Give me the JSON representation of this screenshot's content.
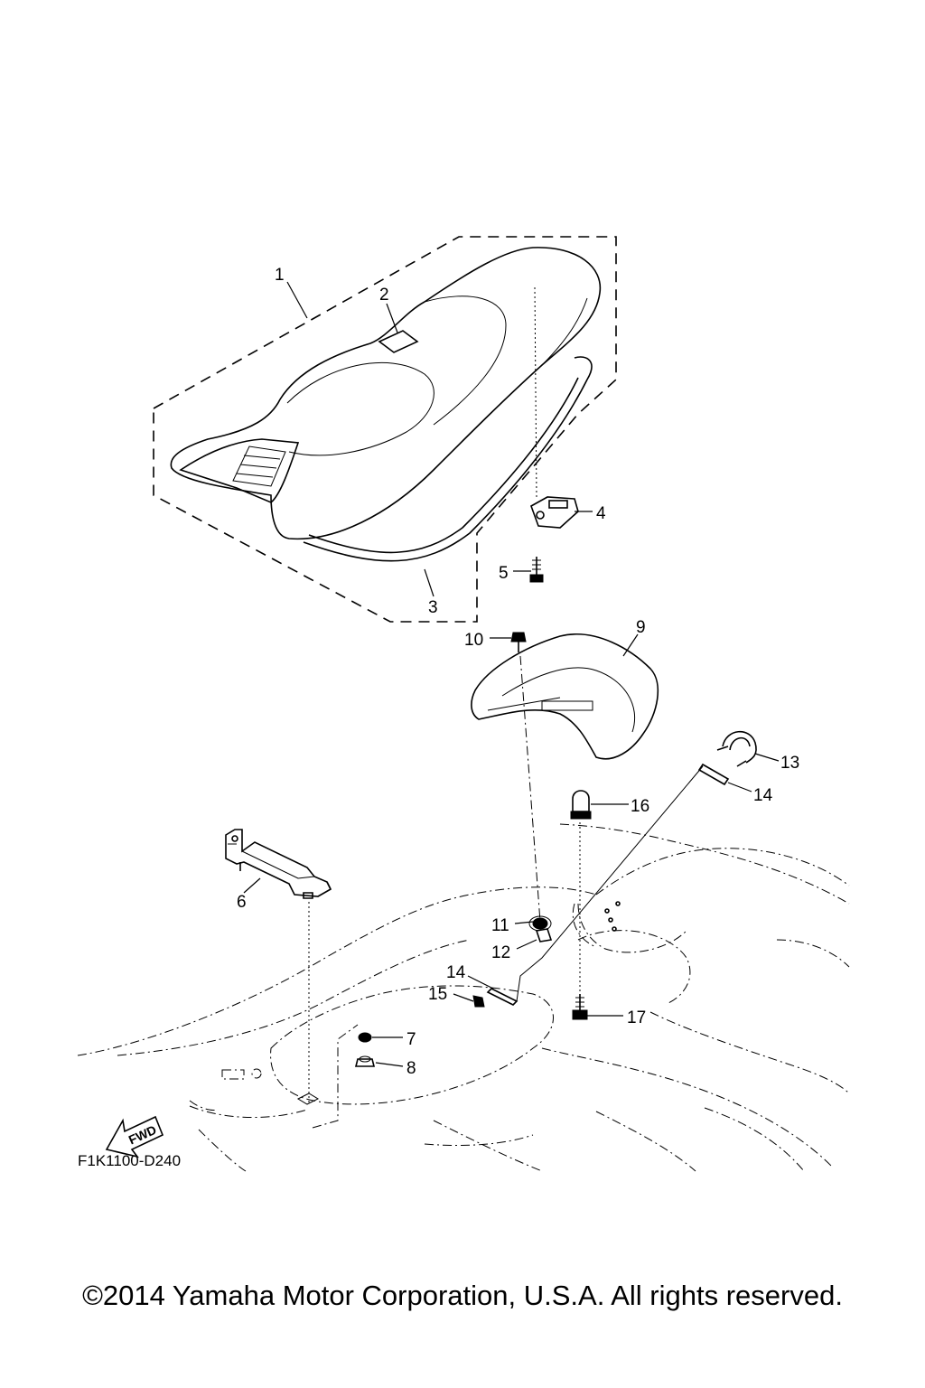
{
  "diagram": {
    "drawing_code": "F1K1100-D240",
    "fwd_label": "FWD",
    "copyright": "©2014 Yamaha Motor Corporation, U.S.A. All rights reserved.",
    "callouts": [
      "1",
      "2",
      "3",
      "4",
      "5",
      "6",
      "7",
      "8",
      "9",
      "10",
      "11",
      "12",
      "13",
      "14",
      "14",
      "15",
      "16",
      "17"
    ]
  }
}
